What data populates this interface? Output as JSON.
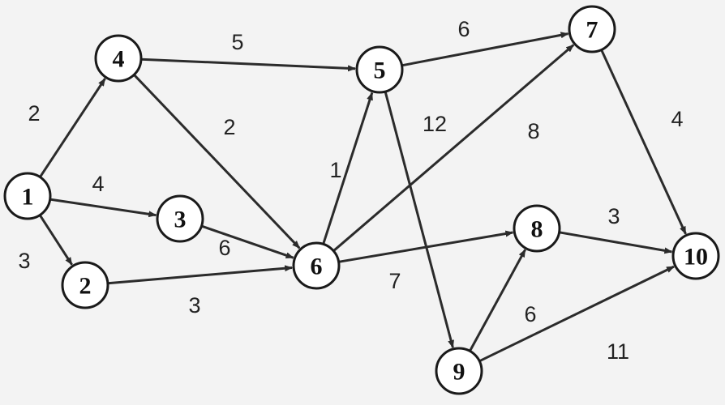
{
  "colors": {
    "background": "#f3f3f3",
    "stroke": "#2b2b2b",
    "node_fill": "#ffffff"
  },
  "nodes": [
    {
      "id": "1",
      "label": "1"
    },
    {
      "id": "2",
      "label": "2"
    },
    {
      "id": "3",
      "label": "3"
    },
    {
      "id": "4",
      "label": "4"
    },
    {
      "id": "5",
      "label": "5"
    },
    {
      "id": "6",
      "label": "6"
    },
    {
      "id": "7",
      "label": "7"
    },
    {
      "id": "8",
      "label": "8"
    },
    {
      "id": "9",
      "label": "9"
    },
    {
      "id": "10",
      "label": "10"
    }
  ],
  "edges": [
    {
      "from": "1",
      "to": "4",
      "weight": "2"
    },
    {
      "from": "1",
      "to": "3",
      "weight": "4"
    },
    {
      "from": "1",
      "to": "2",
      "weight": "3"
    },
    {
      "from": "4",
      "to": "5",
      "weight": "5"
    },
    {
      "from": "4",
      "to": "6",
      "weight": "2"
    },
    {
      "from": "3",
      "to": "6",
      "weight": "6"
    },
    {
      "from": "2",
      "to": "6",
      "weight": "3"
    },
    {
      "from": "6",
      "to": "5",
      "weight": "1"
    },
    {
      "from": "6",
      "to": "7",
      "weight": "8"
    },
    {
      "from": "6",
      "to": "8",
      "weight": "7"
    },
    {
      "from": "5",
      "to": "7",
      "weight": "6"
    },
    {
      "from": "5",
      "to": "9",
      "weight": "12"
    },
    {
      "from": "7",
      "to": "10",
      "weight": "4"
    },
    {
      "from": "8",
      "to": "10",
      "weight": "3"
    },
    {
      "from": "9",
      "to": "8",
      "weight": "6"
    },
    {
      "from": "9",
      "to": "10",
      "weight": "11"
    }
  ]
}
